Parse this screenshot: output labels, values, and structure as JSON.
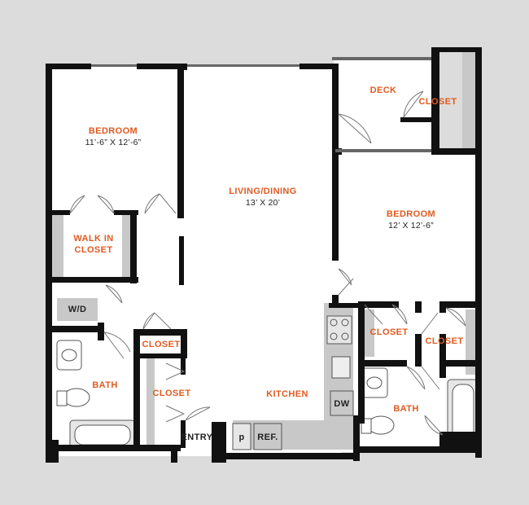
{
  "labels": {
    "bedroom1": "BEDROOM",
    "bedroom1_dim": "11’-6” X 12’-6”",
    "walk_in_closet_line1": "WALK IN",
    "walk_in_closet_line2": "CLOSET",
    "living_dining": "LIVING/DINING",
    "living_dining_dim": "13’ X 20’",
    "deck": "DECK",
    "deck_closet": "CLOSET",
    "bedroom2": "BEDROOM",
    "bedroom2_dim": "12’ X 12’-6”",
    "wd": "W/D",
    "closet_small": "CLOSET",
    "bath1": "BATH",
    "closet_entry": "CLOSET",
    "kitchen": "KITCHEN",
    "dw": "DW",
    "entry": "ENTRY",
    "pantry": "p",
    "ref": "REF.",
    "closet_bed2_a": "CLOSET",
    "closet_bed2_b": "CLOSET",
    "bath2": "BATH"
  },
  "colors": {
    "label_accent": "#e15a20",
    "wall": "#111111",
    "background": "#dcdcdc",
    "floor": "#ffffff",
    "fixture": "#c8c8c8"
  }
}
